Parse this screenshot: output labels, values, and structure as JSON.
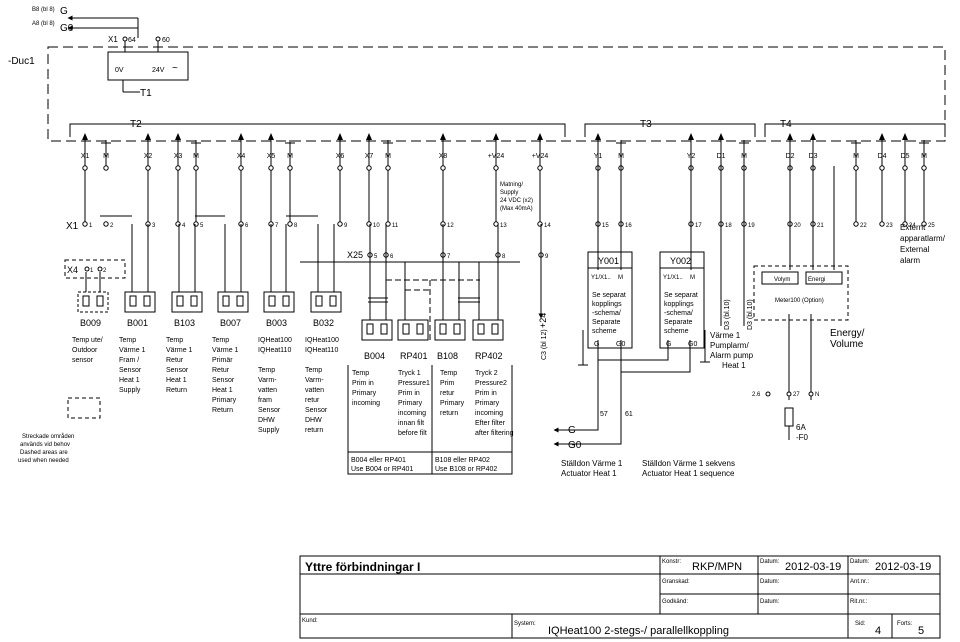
{
  "top_labels": {
    "b8": "B8 (bl 8)",
    "g": "G",
    "a8": "A8 (bl 8)",
    "g0": "G0"
  },
  "x1_top": {
    "x1": "X1",
    "p64": "64",
    "p60": "60",
    "zero_v": "0V",
    "v24": "24V",
    "tilde": "~",
    "t1": "T1"
  },
  "duc": "-Duc1",
  "t_labels": {
    "t2": "T2",
    "t3": "T3",
    "t4": "T4"
  },
  "top_terms": [
    "X1",
    "M",
    "X2",
    "X3",
    "M",
    "X4",
    "X5",
    "M",
    "X6",
    "X7",
    "M",
    "X8",
    "+V24",
    "+V24",
    "Y1",
    "M",
    "Y2",
    "D1",
    "M",
    "D2",
    "D3",
    "M",
    "D4",
    "D5",
    "M"
  ],
  "row1_nums": [
    "1",
    "2",
    "3",
    "4",
    "5",
    "6",
    "7",
    "8",
    "9",
    "10",
    "11",
    "12",
    "13",
    "14",
    "15",
    "16",
    "17",
    "18",
    "19",
    "20",
    "21",
    "22",
    "23",
    "24",
    "25"
  ],
  "row1_label": "X1",
  "x25_label": "X25",
  "x25_nums": [
    "5",
    "6",
    "7",
    "8",
    "9"
  ],
  "x4": {
    "label": "X4",
    "p1": "1",
    "p2": "2"
  },
  "supply_note": [
    "Matning/",
    "Supply",
    "24 VDC (x2)",
    "(Max 40mA)"
  ],
  "sensors": [
    {
      "id": "B009",
      "lines": [
        "Temp ute/",
        "Outdoor",
        "sensor"
      ]
    },
    {
      "id": "B001",
      "lines": [
        "Temp",
        "Värme 1",
        "Fram /",
        "Sensor",
        "Heat 1",
        "Supply"
      ]
    },
    {
      "id": "B103",
      "lines": [
        "Temp",
        "Värme 1",
        "Retur",
        "Sensor",
        "Heat 1",
        "Return"
      ]
    },
    {
      "id": "B007",
      "lines": [
        "Temp",
        "Värme 1",
        "Primär",
        "Retur",
        "Sensor",
        "Heat 1",
        "Primary",
        "Return"
      ]
    },
    {
      "id": "B003",
      "lines": [
        "IQHeat100",
        "IQHeat110",
        "",
        "Temp",
        "Varm-",
        "vatten",
        "fram",
        "Sensor",
        "DHW",
        "Supply"
      ]
    },
    {
      "id": "B032",
      "lines": [
        "IQHeat100",
        "IQHeat110",
        "",
        "Temp",
        "Varm-",
        "vatten",
        "retur",
        "Sensor",
        "DHW",
        "return"
      ]
    }
  ],
  "mid_sensors": [
    {
      "id": "B004",
      "lines": [
        "Temp",
        "Prim in",
        "Primary",
        "incoming"
      ]
    },
    {
      "id": "RP401",
      "lines": [
        "Tryck 1",
        "Pressure1",
        "Prim in",
        "Primary",
        "incoming",
        "innan filt",
        "before filt"
      ]
    },
    {
      "id": "B108",
      "lines": [
        "Temp",
        "Prim",
        "retur",
        "Primary",
        "return"
      ]
    },
    {
      "id": "RP402",
      "lines": [
        "Tryck 2",
        "Pressure2",
        "Prim in",
        "Primary",
        "incoming",
        "Efter filter",
        "after filtering"
      ]
    }
  ],
  "either_notes": [
    [
      "B004 eller RP401",
      "Use B004 or RP401"
    ],
    [
      "B108 eller RP402",
      "Use B108 or RP402"
    ]
  ],
  "c3_label": "C3 (bl 12)",
  "plus24": "+24",
  "actuators": [
    {
      "id": "Y001",
      "terms": "Y1/X1..",
      "note": [
        "Se separat",
        "kopplings",
        "-schema/",
        "Separate",
        "scheme"
      ],
      "g": "G",
      "g0": "G0"
    },
    {
      "id": "Y002",
      "terms": "Y1/X1..",
      "note": [
        "Se separat",
        "kopplings",
        "-schema/",
        "Separate",
        "scheme"
      ],
      "g": "G",
      "g0": "G0"
    }
  ],
  "m": "M",
  "d3_labels": [
    "D3 (bl.10)",
    "D3 (bl.10)"
  ],
  "pump": [
    "Värme 1",
    "Pumplarm/",
    "Alarm pump",
    "Heat 1"
  ],
  "meter": {
    "volym": "Volym",
    "energi": "Energi",
    "name": "Meter100 (Option)"
  },
  "energy": [
    "Energy/",
    "Volume"
  ],
  "external_alarm": [
    "Externt",
    "apparatlarm/",
    "External",
    "alarm"
  ],
  "bottom_terms": {
    "p57": "57",
    "p61": "61",
    "g": "G",
    "g0": "G0"
  },
  "actuator_captions": [
    [
      "Ställdon Värme 1",
      "Actuator Heat 1"
    ],
    [
      "Ställdon Värme 1 sekvens",
      "Actuator Heat 1 sequence"
    ]
  ],
  "fuse": {
    "p26": "2.6",
    "p27": "27",
    "n": "N",
    "rating": "6A",
    "id": "-F0"
  },
  "dashed_note": [
    "Streckade områden",
    "används vid behov",
    "Dashed areas are",
    "used when needed"
  ],
  "title_block": {
    "title": "Yttre förbindningar I",
    "konstr_label": "Konstr:",
    "konstr": "RKP/MPN",
    "datum_label": "Datum:",
    "datum1": "2012-03-19",
    "datum2_label": "Datum:",
    "datum2": "2012-03-19",
    "granskad_label": "Granskad:",
    "datum3_label": "Datum:",
    "antnr_label": "Ant.nr.:",
    "godkand_label": "Godkänd:",
    "datum4_label": "Datum:",
    "ritnr_label": "Rit.nr.:",
    "kund_label": "Kund:",
    "system_label": "System:",
    "system": "IQHeat100 2-stegs-/ parallellkoppling",
    "sid_label": "Sid:",
    "sid": "4",
    "forts_label": "Forts:",
    "forts": "5"
  }
}
